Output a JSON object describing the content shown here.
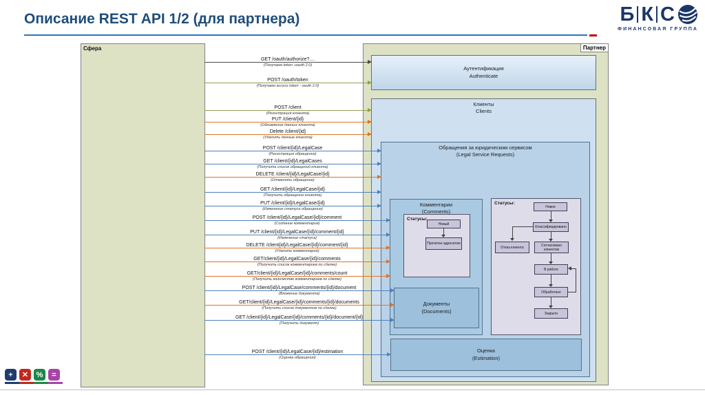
{
  "slide": {
    "title": "Описание REST API 1/2 (для партнера)"
  },
  "logo": {
    "letters": [
      "Б",
      "К",
      "С"
    ],
    "subtitle": "ФИНАНСОВАЯ ГРУППА"
  },
  "panels": {
    "source_label": "Сфера",
    "partner_label": "Партнер"
  },
  "boxes": {
    "auth": {
      "title": "Аутентификация",
      "subtitle": "Authenticate"
    },
    "clients": {
      "title": "Клиенты",
      "subtitle": "Clients"
    },
    "legal": {
      "title": "Обращения за юридическим сервисом",
      "subtitle": "(Legal Service Requests)"
    },
    "comments": {
      "title": "Комментарии",
      "subtitle": "(Comments)",
      "statuses_label": "Статусы:",
      "status_nodes": [
        "Новый",
        "Прочитан адресатом"
      ]
    },
    "documents": {
      "title": "Документы",
      "subtitle": "(Documents)"
    },
    "statuses": {
      "label": "Статусы:",
      "nodes": [
        "Новое",
        "Классифицировано",
        "Отказ клиента",
        "Согласовано клиентом",
        "В работе",
        "Обработано",
        "Закрыто"
      ]
    },
    "estimation": {
      "title": "Оценка",
      "subtitle": "(Estimation)"
    }
  },
  "arrow_colors": {
    "dark": "#4a4a4a",
    "green": "#8d9f4f",
    "orange": "#df7327",
    "blue": "#4e81bb"
  },
  "endpoints": [
    {
      "label": "GET /oauth/authorize?....",
      "note": "(Получаем token -oauth 2.0)",
      "color": "#4a4a4a"
    },
    {
      "label": "POST /oauth/token",
      "note": "(Получаем access token - oauth 2.0)",
      "color": "#8d9f4f"
    },
    {
      "label": "POST /client",
      "note": "(Регистрация клиента)",
      "color": "#8d9f4f"
    },
    {
      "label": "PUT /client/{id}",
      "note": "(Обновление данных клиента)",
      "color": "#df7327"
    },
    {
      "label": "Delete /client/{id}",
      "note": "(Удалить данные клиента)",
      "color": "#df7327"
    },
    {
      "label": "POST /client/{id}/LegalCase",
      "note": "(Регистрация обращения)",
      "color": "#4e81bb"
    },
    {
      "label": "GET /client/{id}/LegalCases",
      "note": "(Получить список обращений клиента)",
      "color": "#4e81bb"
    },
    {
      "label": "DELETE /client/{id}/LegalCase/{id}",
      "note": "(Отменить обращение)",
      "color": "#df7327"
    },
    {
      "label": "GET /client/{id}/LegalCase/{id}",
      "note": "(Получить обращение клиента)",
      "color": "#4e81bb"
    },
    {
      "label": "PUT /client/{id}/LegalCase/{id}",
      "note": "(Изменение статуса обращения)",
      "color": "#4e81bb"
    },
    {
      "label": "POST /client/{id}/LegalCase/{id}/comment",
      "note": "(Создание комментария)",
      "color": "#4e81bb"
    },
    {
      "label": "PUT /client/{id}/LegalCase/{id}/comment/{id}",
      "note": "(Изменение статуса)",
      "color": "#4e81bb"
    },
    {
      "label": "DELETE /client{id}/LegalCase/{id}/comment/{id}",
      "note": "(Удалить комментарий)",
      "color": "#df7327"
    },
    {
      "label": "GET/client/{id}/LegalCase/{id}/comments",
      "note": "(Получить список комментариев по сделке)",
      "color": "#df7327"
    },
    {
      "label": "GET/client/{id}/LegalCase/{id}/comments/count",
      "note": "(Получить количество комментариев по сделке)",
      "color": "#df7327"
    },
    {
      "label": "POST /client/{id}/LegalCase/comments/{id}/document",
      "note": "(Вложение документа)",
      "color": "#4e81bb"
    },
    {
      "label": "GET/client/{id}/LegalCase/{id}/comments/{id}/documents",
      "note": "(Получить список документов по сделке)",
      "color": "#df7327"
    },
    {
      "label": "GET /client/{id}/LegalCase/{id}/comments/{id}/document/{id}",
      "note": "(Получить документ)",
      "color": "#4e81bb"
    },
    {
      "label": "POST /client/{id}/LegalCase/{id}/estimation",
      "note": "(Оценка обращения)",
      "color": "#4e81bb"
    }
  ],
  "footer": {
    "icons": [
      {
        "name": "plus-icon",
        "glyph": "+",
        "color": "#1f3c6e"
      },
      {
        "name": "multiply-icon",
        "glyph": "✕",
        "color": "#c0281e"
      },
      {
        "name": "percent-icon",
        "glyph": "%",
        "color": "#1d8649"
      },
      {
        "name": "equals-icon",
        "glyph": "=",
        "color": "#a844a8"
      }
    ]
  }
}
